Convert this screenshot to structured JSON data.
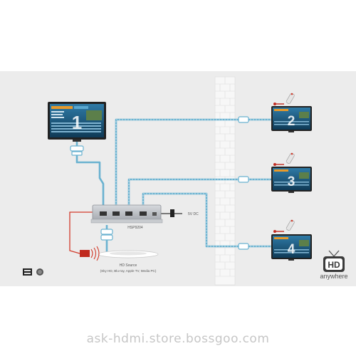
{
  "diagram": {
    "screens": [
      {
        "number": "1"
      },
      {
        "number": "2"
      },
      {
        "number": "3"
      },
      {
        "number": "4"
      }
    ],
    "splitter_model": "HSP9204",
    "power_label": "5V DC",
    "source": {
      "title": "HD Source",
      "subtitle": "(Sky HD, Blu-ray, Apple TV, Media PC)"
    },
    "hd_logo_text": "HD",
    "hd_logo_tagline": "anywhere"
  },
  "footer": {
    "watermark": "ask-hdmi.store.bossgoo.com"
  },
  "colors": {
    "cable": "#6ab2d0",
    "device": "#b8bcc2",
    "screen": "#1a5577",
    "wall": "#e9e9e9"
  }
}
